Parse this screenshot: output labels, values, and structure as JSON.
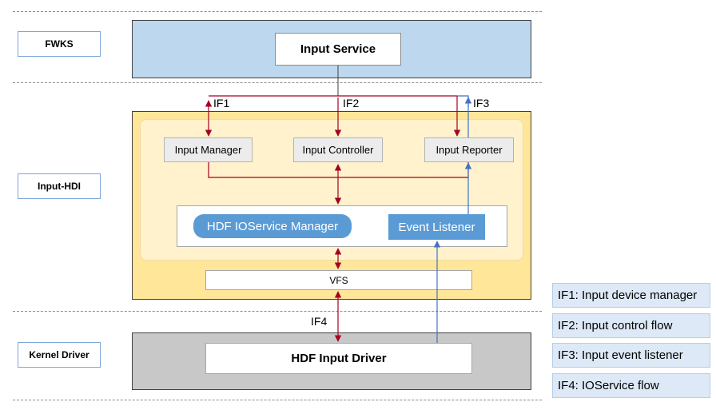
{
  "layers": {
    "fwks": "FWKS",
    "input_hdi": "Input-HDI",
    "kernel_driver": "Kernel Driver"
  },
  "modules": {
    "input_service": "Input Service",
    "input_manager": "Input Manager",
    "input_controller": "Input Controller",
    "input_reporter": "Input Reporter",
    "hdf_ioservice_manager": "HDF IOService Manager",
    "event_listener": "Event Listener",
    "vfs": "VFS",
    "hdf_input_driver": "HDF Input Driver"
  },
  "interfaces": {
    "if1": "IF1",
    "if2": "IF2",
    "if3": "IF3",
    "if4": "IF4"
  },
  "legend": [
    "IF1: Input device manager",
    "IF2: Input control flow",
    "IF3: Input event listener",
    "IF4:  IOService flow"
  ],
  "colors": {
    "fwks_fill": "#bdd7ee",
    "hdi_outer_fill": "#ffe699",
    "hdi_inner_fill": "#fff2cc",
    "kernel_fill": "#c8c8c8",
    "control_arrow": "#a50021",
    "event_arrow": "#4472c4",
    "pill_fill": "#5b9bd5",
    "legend_fill": "#dde9f6"
  }
}
